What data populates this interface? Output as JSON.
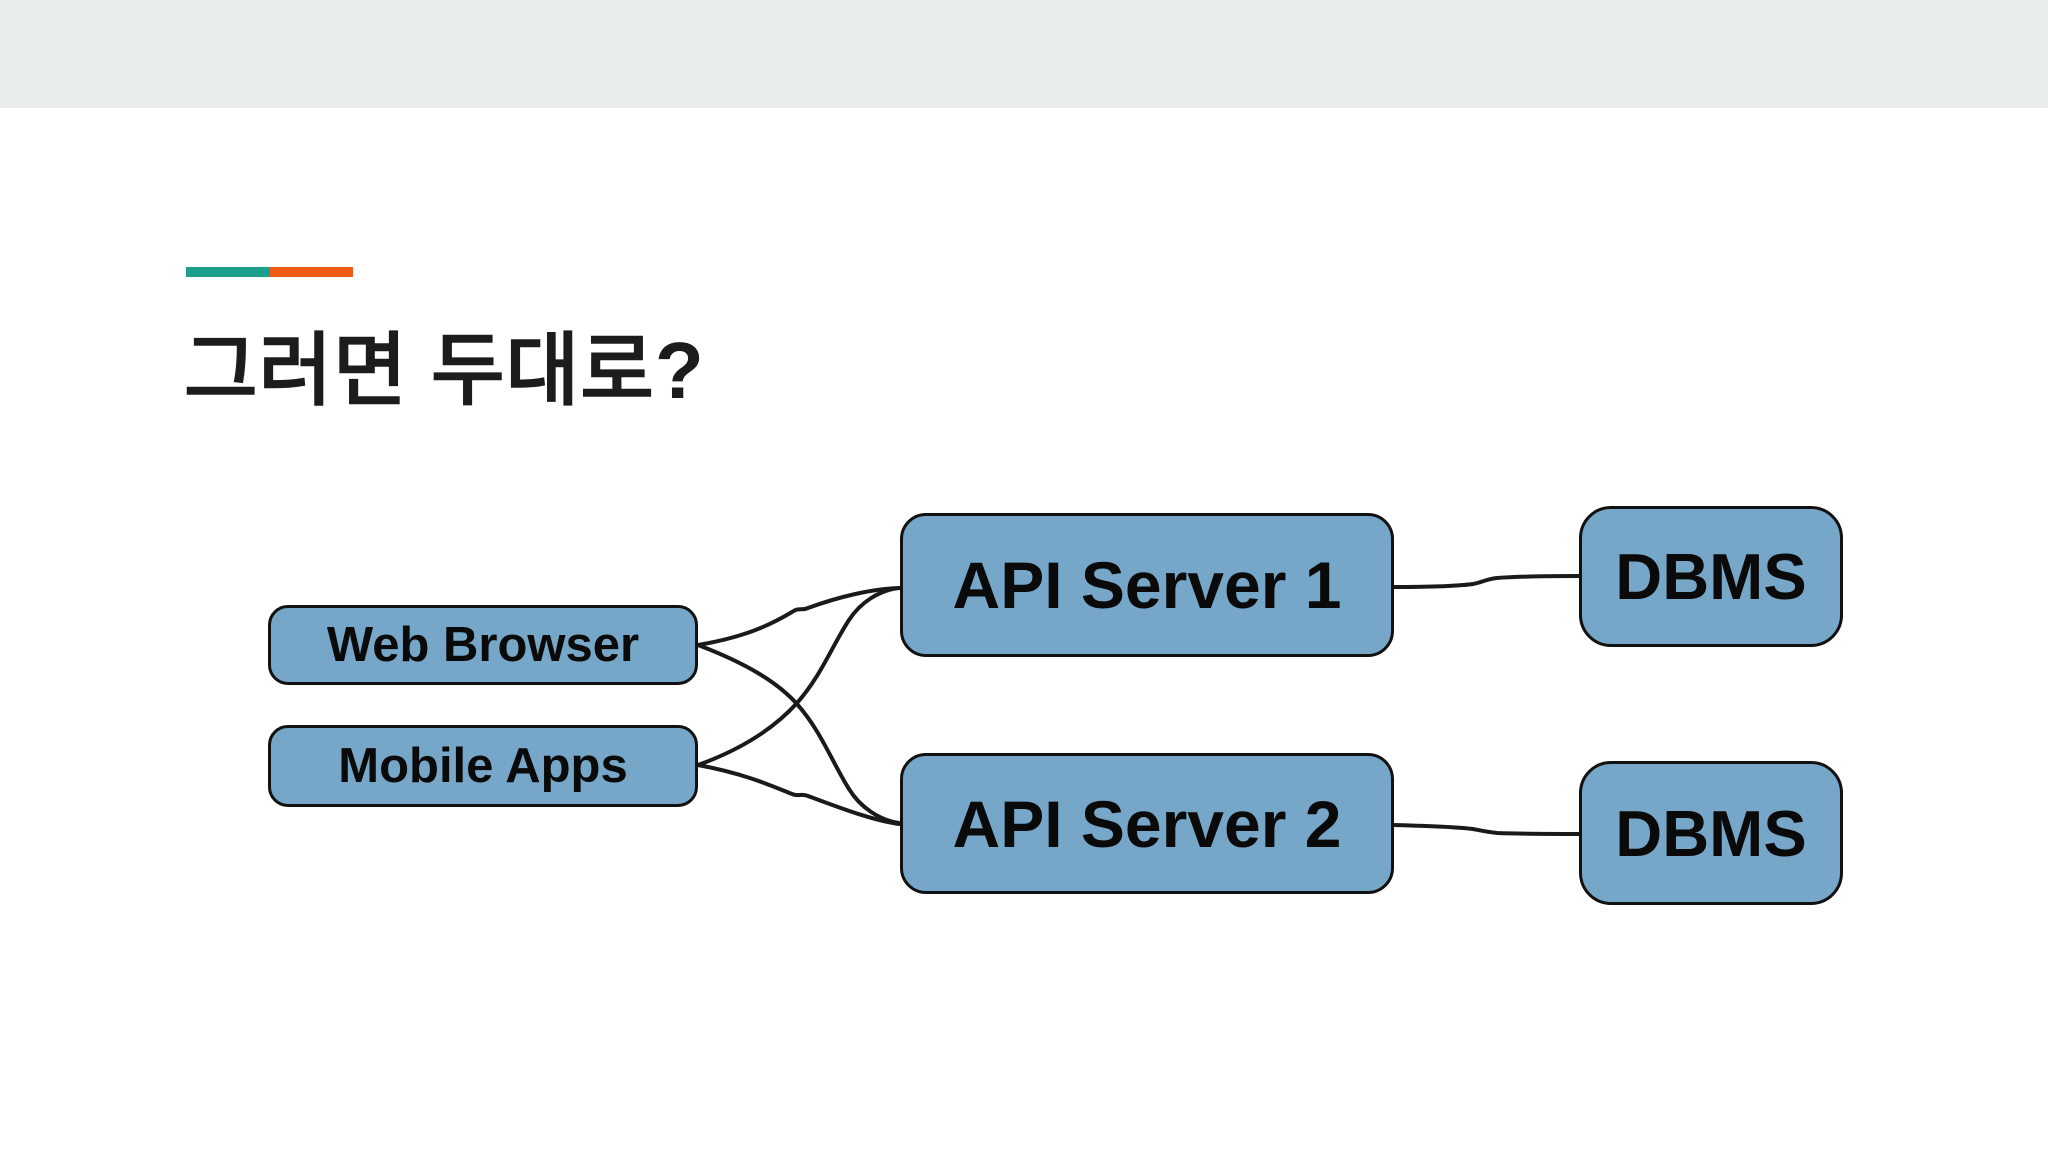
{
  "colors": {
    "top_strip": "#e9edec",
    "background": "#ffffff",
    "accent_teal": "#1e9e8c",
    "accent_orange": "#ee5c13",
    "title_text": "#1c1c1c",
    "node_fill": "#76a7c8",
    "node_border": "#111111",
    "connector": "#1a1a1a"
  },
  "header": {
    "title": "그러면 두대로?"
  },
  "diagram": {
    "nodes": [
      {
        "id": "web-browser",
        "label": "Web Browser"
      },
      {
        "id": "mobile-apps",
        "label": "Mobile Apps"
      },
      {
        "id": "api-server-1",
        "label": "API Server 1"
      },
      {
        "id": "api-server-2",
        "label": "API Server 2"
      },
      {
        "id": "dbms-1",
        "label": "DBMS"
      },
      {
        "id": "dbms-2",
        "label": "DBMS"
      }
    ],
    "edges": [
      {
        "from": "web-browser",
        "to": "api-server-1"
      },
      {
        "from": "web-browser",
        "to": "api-server-2"
      },
      {
        "from": "mobile-apps",
        "to": "api-server-1"
      },
      {
        "from": "mobile-apps",
        "to": "api-server-2"
      },
      {
        "from": "api-server-1",
        "to": "dbms-1"
      },
      {
        "from": "api-server-2",
        "to": "dbms-2"
      }
    ]
  }
}
